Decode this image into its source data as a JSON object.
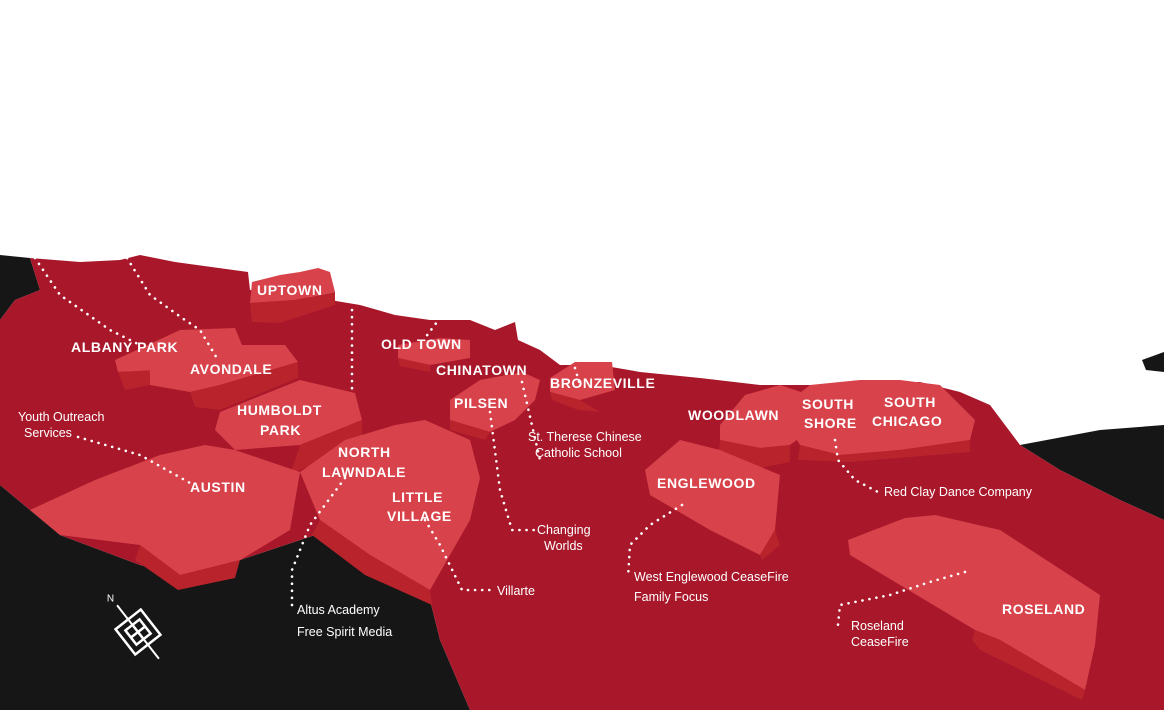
{
  "colors": {
    "background": "#ffffff",
    "city": "#a8172a",
    "water_land_dark": "#161616",
    "neighborhood_top": "#d8424a",
    "neighborhood_side": "#b8232c",
    "label": "#ffffff"
  },
  "neighborhoods": [
    {
      "key": "uptown",
      "lines": [
        "UPTOWN"
      ]
    },
    {
      "key": "albany-park",
      "lines": [
        "ALBANY PARK"
      ]
    },
    {
      "key": "avondale",
      "lines": [
        "AVONDALE"
      ]
    },
    {
      "key": "old-town",
      "lines": [
        "OLD TOWN"
      ]
    },
    {
      "key": "chinatown",
      "lines": [
        "CHINATOWN"
      ]
    },
    {
      "key": "bronzeville",
      "lines": [
        "BRONZEVILLE"
      ]
    },
    {
      "key": "humboldt-park",
      "lines": [
        "HUMBOLDT",
        "PARK"
      ]
    },
    {
      "key": "pilsen",
      "lines": [
        "PILSEN"
      ]
    },
    {
      "key": "woodlawn",
      "lines": [
        "WOODLAWN"
      ]
    },
    {
      "key": "south-shore",
      "lines": [
        "SOUTH",
        "SHORE"
      ]
    },
    {
      "key": "south-chicago",
      "lines": [
        "SOUTH",
        "CHICAGO"
      ]
    },
    {
      "key": "north-lawndale",
      "lines": [
        "NORTH",
        "LAWNDALE"
      ]
    },
    {
      "key": "little-village",
      "lines": [
        "LITTLE",
        "VILLAGE"
      ]
    },
    {
      "key": "austin",
      "lines": [
        "AUSTIN"
      ]
    },
    {
      "key": "englewood",
      "lines": [
        "ENGLEWOOD"
      ]
    },
    {
      "key": "roseland",
      "lines": [
        "ROSELAND"
      ]
    }
  ],
  "organizations": [
    {
      "key": "youth-outreach-services",
      "lines": [
        "Youth Outreach",
        "Services"
      ]
    },
    {
      "key": "st-therese",
      "lines": [
        "St. Therese Chinese",
        "Catholic School"
      ]
    },
    {
      "key": "red-clay",
      "lines": [
        "Red Clay Dance Company"
      ]
    },
    {
      "key": "changing-worlds",
      "lines": [
        "Changing",
        "Worlds"
      ]
    },
    {
      "key": "villarte",
      "lines": [
        "Villarte"
      ]
    },
    {
      "key": "west-englewood",
      "lines": [
        "West Englewood CeaseFire",
        "Family Focus"
      ]
    },
    {
      "key": "altus",
      "lines": [
        "Altus Academy",
        "Free Spirit Media"
      ]
    },
    {
      "key": "roseland-ceasefire",
      "lines": [
        "Roseland",
        "CeaseFire"
      ]
    }
  ],
  "compass": {
    "label": "N",
    "icon": "compass-rose-icon"
  }
}
